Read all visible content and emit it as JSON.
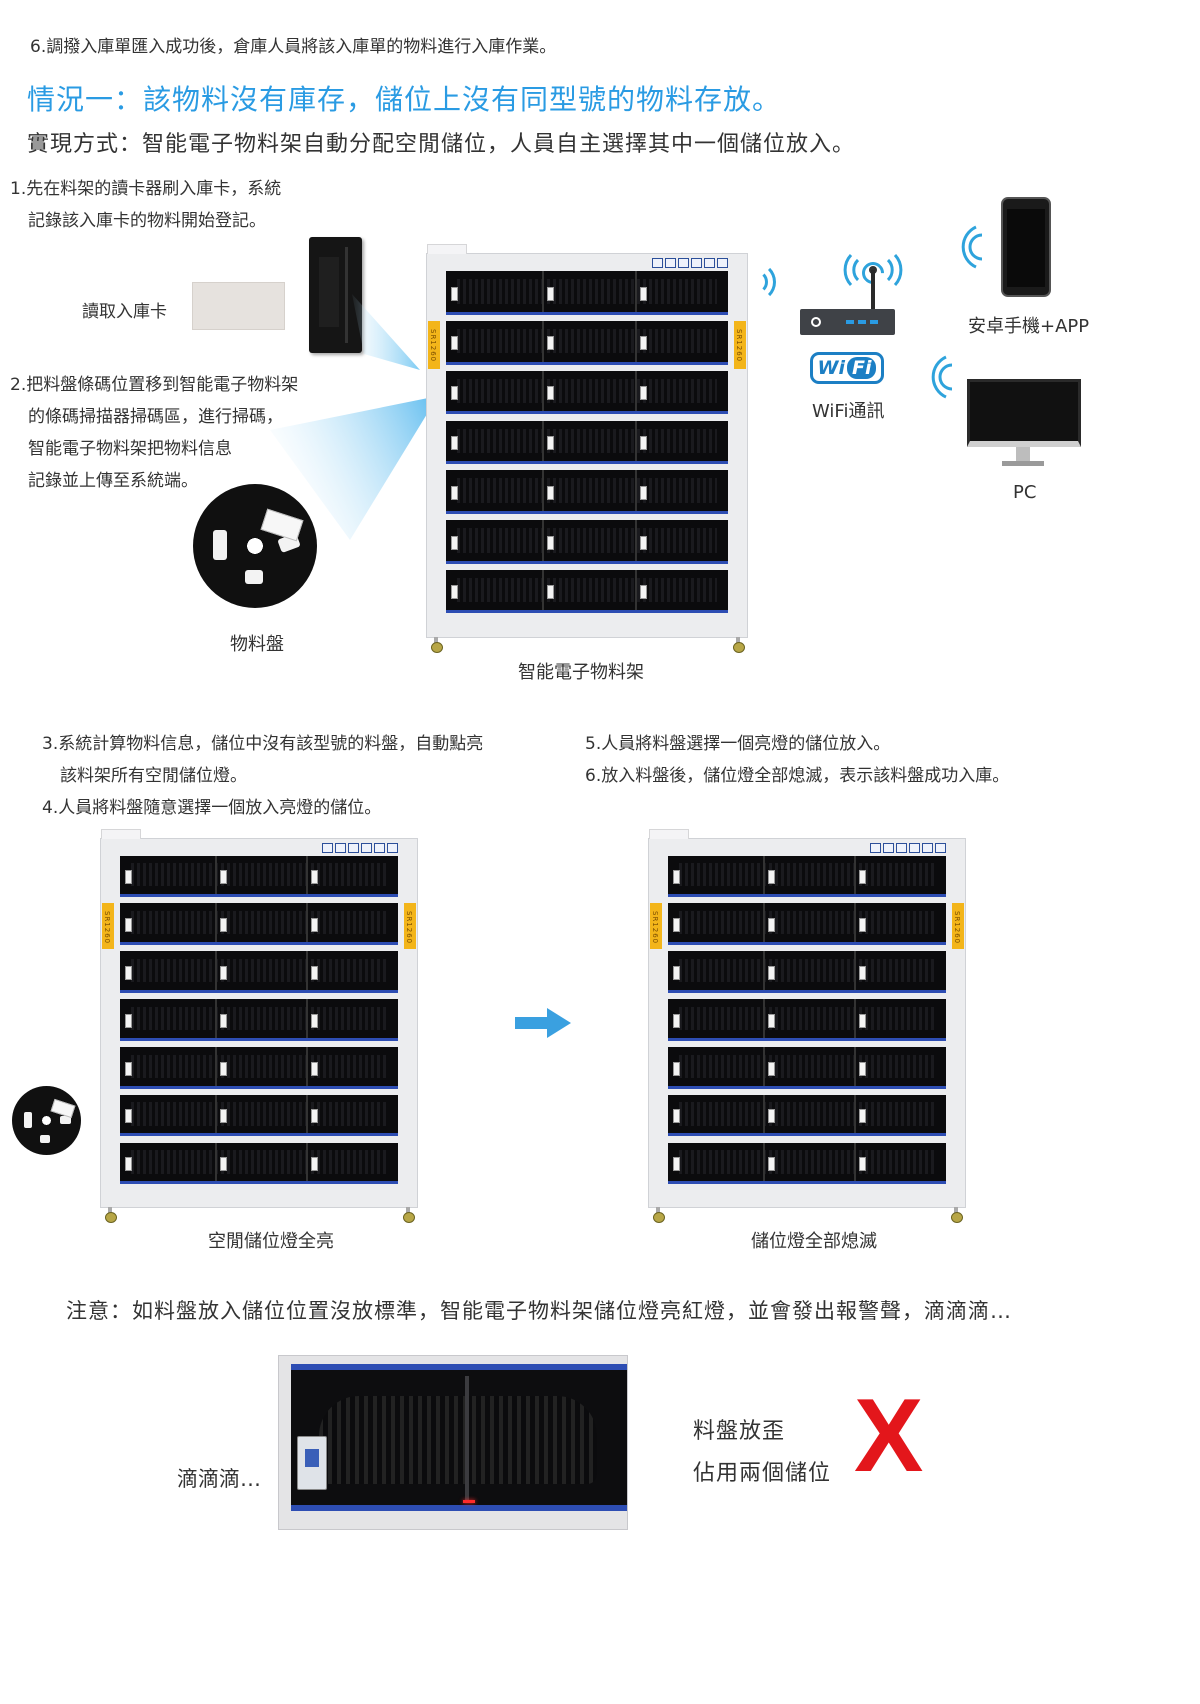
{
  "step6_intro": "6.調撥入庫單匯入成功後，倉庫人員將該入庫單的物料進行入庫作業。",
  "situation": {
    "title": "情況一：該物料沒有庫存，儲位上沒有同型號的物料存放。",
    "method": "實現方式：智能電子物料架自動分配空閒儲位，人員自主選擇其中一個儲位放入。"
  },
  "steps_top": {
    "step1": [
      "1.先在料架的讀卡器刷入庫卡，系統",
      "記錄該入庫卡的物料開始登記。"
    ],
    "step2": [
      "2.把料盤條碼位置移到智能電子物料架",
      "的條碼掃描器掃碼區，進行掃碼，",
      "智能電子物料架把物料信息",
      "記錄並上傳至系統端。"
    ]
  },
  "labels": {
    "card": "讀取入庫卡",
    "reel": "物料盤",
    "rack": "智能電子物料架",
    "wifi": "WiFi通訊",
    "wifi_logo_a": "Wi",
    "wifi_logo_b": "Fi",
    "phone": "安卓手機+APP",
    "pc": "PC",
    "strip_text": "SR1260"
  },
  "steps_bottom_left": [
    "3.系統計算物料信息，儲位中沒有該型號的料盤，自動點亮",
    "該料架所有空閒儲位燈。",
    "4.人員將料盤隨意選擇一個放入亮燈的儲位。"
  ],
  "steps_bottom_right": [
    "5.人員將料盤選擇一個亮燈的儲位放入。",
    "6.放入料盤後，儲位燈全部熄滅，表示該料盤成功入庫。"
  ],
  "captions": {
    "all_on": "空閒儲位燈全亮",
    "all_off": "儲位燈全部熄滅"
  },
  "note": "注意：如料盤放入儲位位置沒放標準，智能電子物料架儲位燈亮紅燈，並會發出報警聲，滴滴滴…",
  "alarm": {
    "beep": "滴滴滴…",
    "line1": "料盤放歪",
    "line2": "佔用兩個儲位",
    "mark": "X"
  },
  "colors": {
    "accent_blue": "#2a9be3",
    "alarm_red": "#e3161b",
    "shelf_blue": "#2d4db3",
    "strip_yellow": "#f3b51a"
  }
}
